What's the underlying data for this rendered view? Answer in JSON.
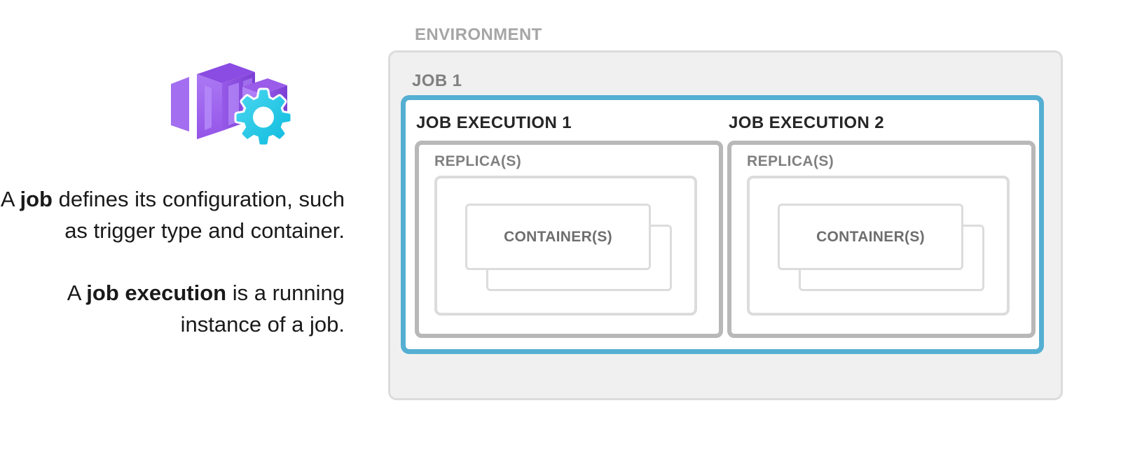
{
  "left": {
    "icon": {
      "name": "container-apps-job-icon",
      "colors": {
        "purple_light": "#a470f0",
        "purple_mid": "#9659e8",
        "purple_dark": "#7b3fd4",
        "purple_panel": "#aa75f2",
        "gear_cyan_light": "#45d3ee",
        "gear_cyan_dark": "#11bfe0"
      }
    },
    "caption_1": {
      "prefix": "A ",
      "bold": "job",
      "suffix": " defines its configuration, such as trigger type and container."
    },
    "caption_2": {
      "prefix": "A ",
      "bold": "job execution",
      "suffix": " is a running instance of a job."
    }
  },
  "diagram": {
    "environment_label": "ENVIRONMENT",
    "job_label": "JOB 1",
    "colors": {
      "environment_fill": "#f0f0f0",
      "environment_border": "#dcdcdc",
      "job_group_border": "#55afd2",
      "execution_border": "#b8b8b8",
      "replica_border": "#dcdcdc",
      "container_border": "#dcdcdc",
      "label_light": "#a6a6a6",
      "label_mid": "#808080",
      "label_dark": "#262626",
      "container_text": "#6e6e6e"
    },
    "executions": [
      {
        "label": "JOB EXECUTION 1",
        "replica_label": "REPLICA(S)",
        "container_label": "CONTAINER(S)"
      },
      {
        "label": "JOB EXECUTION 2",
        "replica_label": "REPLICA(S)",
        "container_label": "CONTAINER(S)"
      }
    ]
  }
}
